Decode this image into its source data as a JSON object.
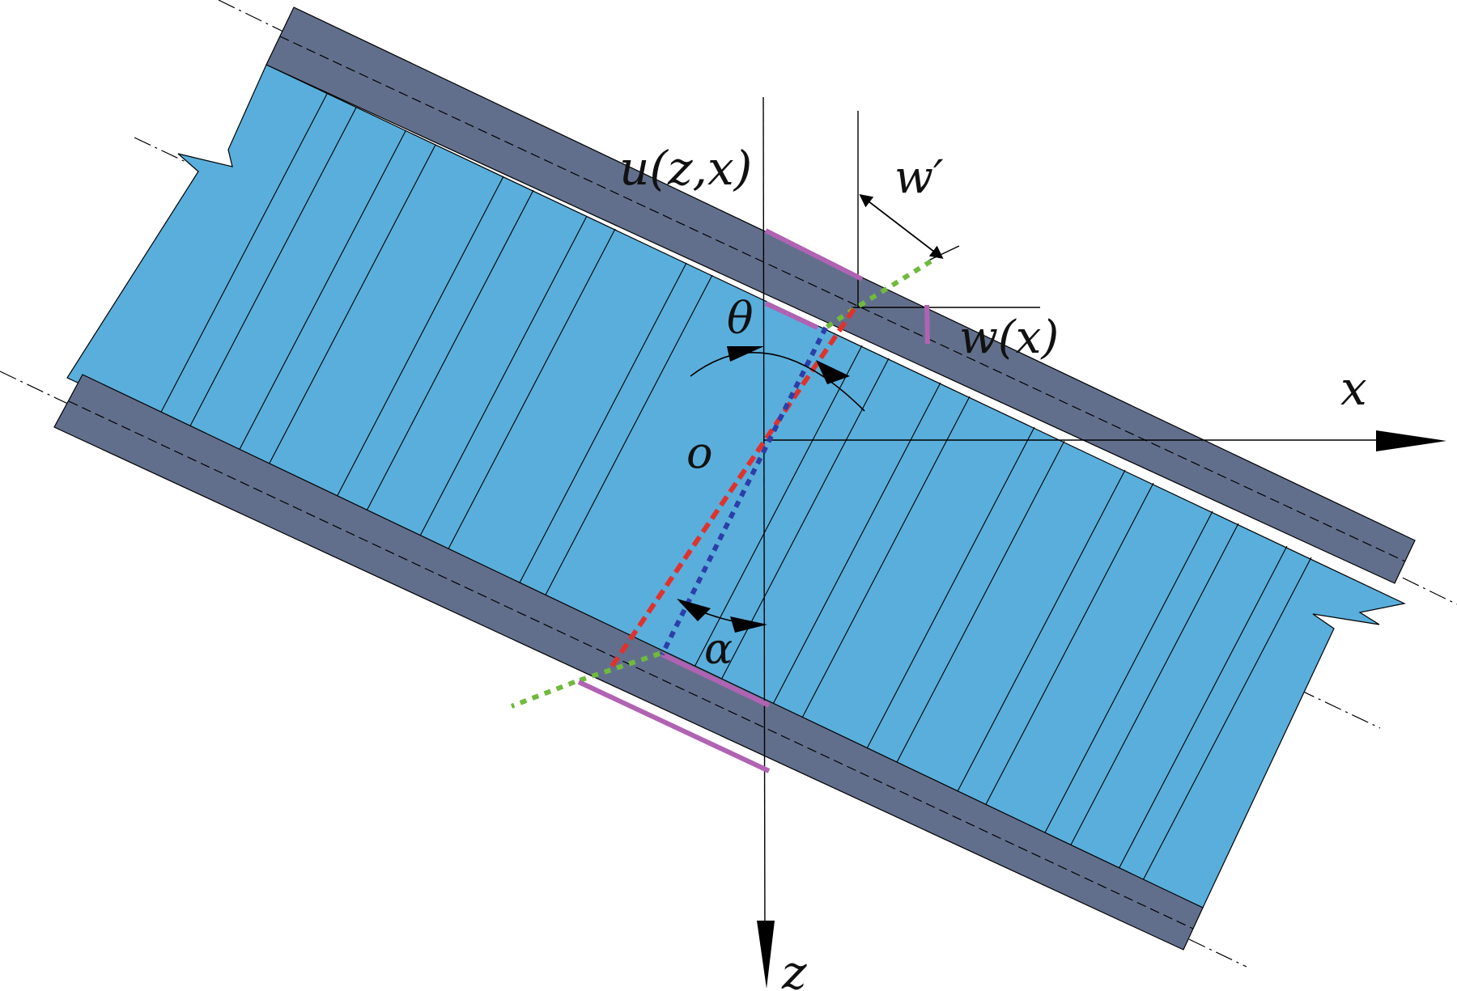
{
  "labels": {
    "displacement": "u(z,x)",
    "deflection_slope": "w′",
    "rotation_angle": "θ",
    "deflection": "w(x)",
    "x_axis": "x",
    "origin": "o",
    "shear_angle": "α",
    "z_axis": "z"
  },
  "colors": {
    "core": "#5aaedb",
    "face_sheet": "#626f8c",
    "normal_line_red": "#e0322d",
    "normal_line_blue": "#2d3ea8",
    "green_line": "#6fba3c",
    "magenta": "#b063b3",
    "ink": "#000000"
  },
  "icons": [
    "x-axis-arrowhead",
    "z-axis-arrowhead",
    "theta-arc-arrow",
    "alpha-arc-arrow",
    "w-prime-dimension-arrow"
  ]
}
